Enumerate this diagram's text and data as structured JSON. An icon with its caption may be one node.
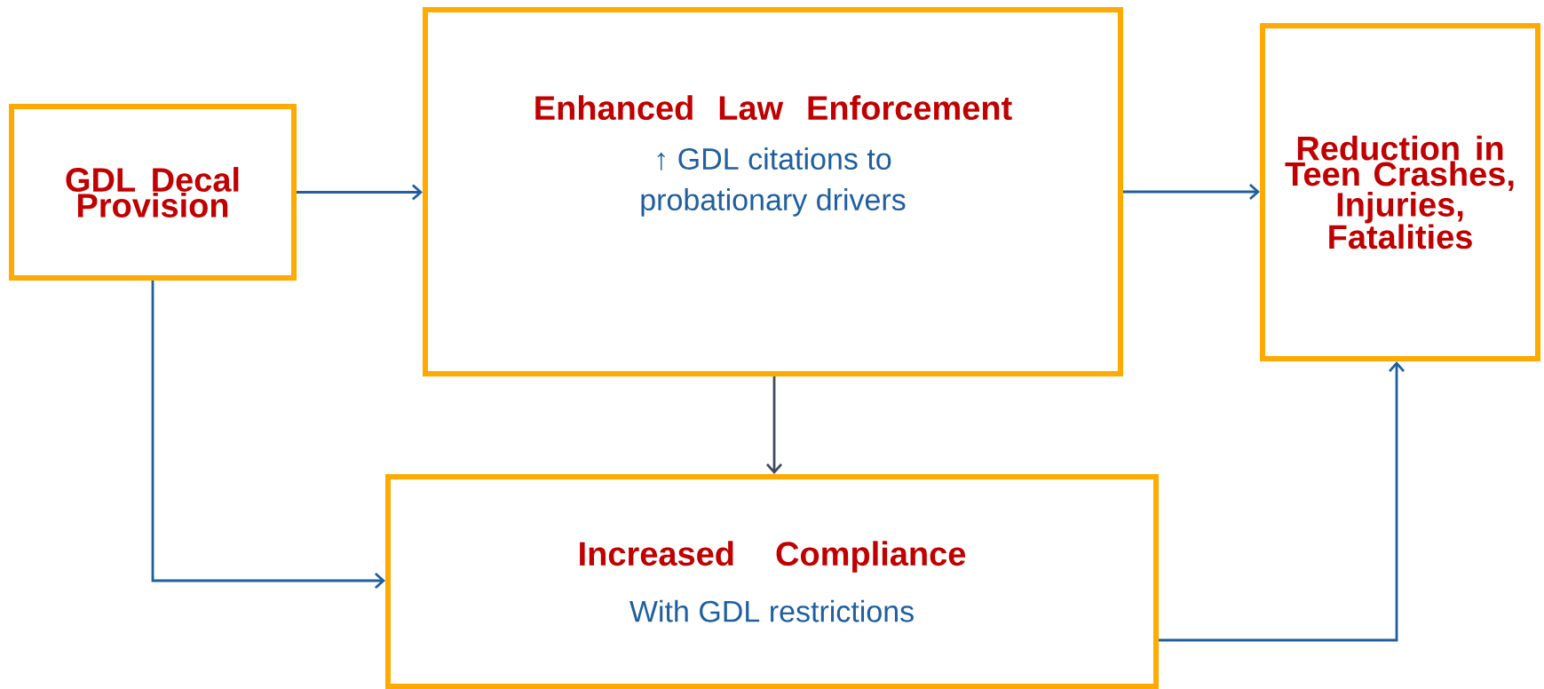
{
  "diagram": {
    "nodes": [
      {
        "text": [
          "GDL Decal Provision"
        ]
      },
      {
        "text": [
          "Enhanced Law Enforcement",
          "↑ GDL citations to probationary drivers"
        ]
      },
      {
        "text": [
          "Reduction in Teen Crashes, Injuries, Fatalities"
        ]
      },
      {
        "text": [
          "Increased Compliance",
          "With GDL restrictions"
        ]
      }
    ],
    "edges": [
      {
        "from": 0,
        "to": 1,
        "arrow": "to"
      },
      {
        "from": 1,
        "to": 2,
        "arrow": "to"
      },
      {
        "from": 1,
        "to": 3,
        "arrow": "to",
        "color": "#404866"
      },
      {
        "from": 0,
        "to": 3,
        "arrow": "to"
      },
      {
        "from": 3,
        "to": 2,
        "arrow": "to"
      }
    ]
  }
}
